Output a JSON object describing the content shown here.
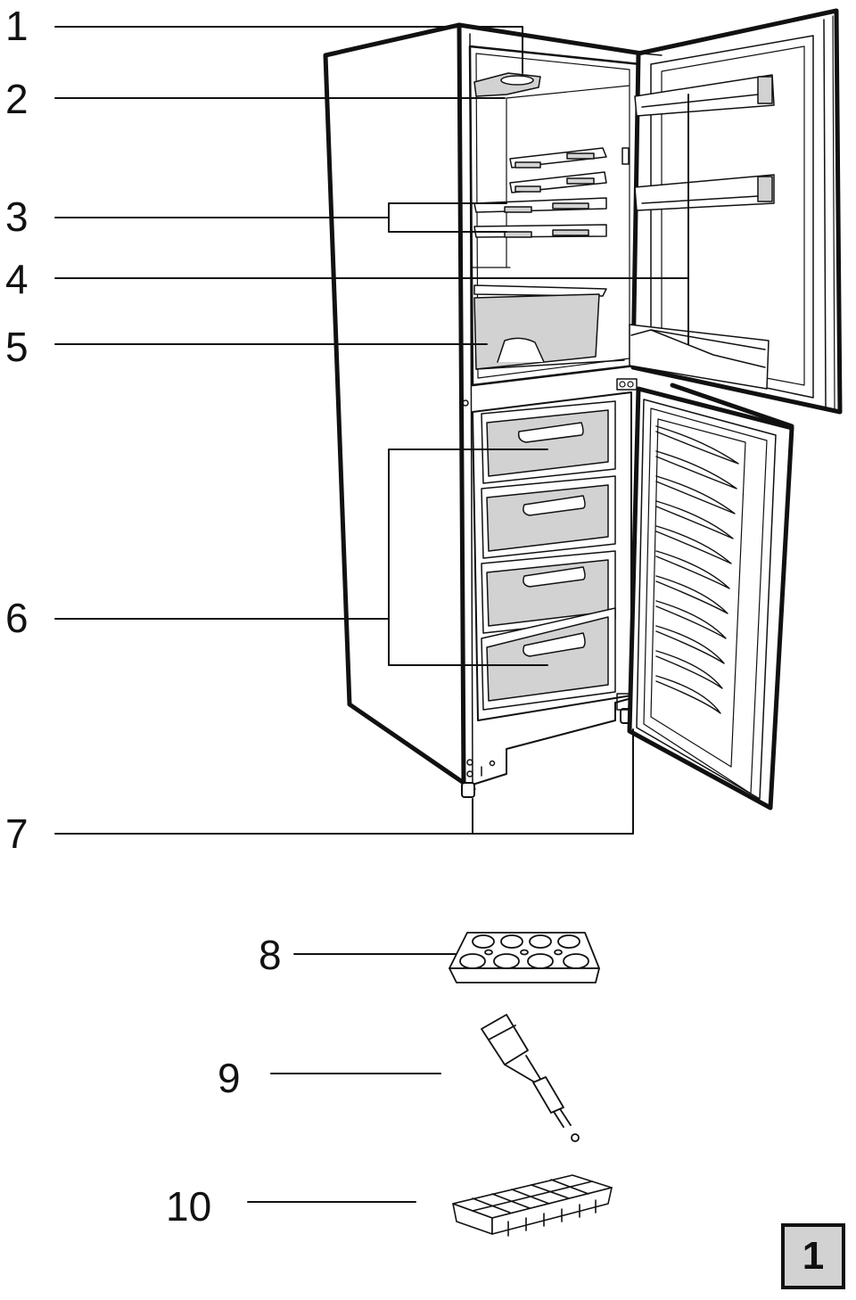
{
  "callouts": [
    {
      "id": "1",
      "label": "1"
    },
    {
      "id": "2",
      "label": "2"
    },
    {
      "id": "3",
      "label": "3"
    },
    {
      "id": "4",
      "label": "4"
    },
    {
      "id": "5",
      "label": "5"
    },
    {
      "id": "6",
      "label": "6"
    },
    {
      "id": "7",
      "label": "7"
    },
    {
      "id": "8",
      "label": "8"
    },
    {
      "id": "9",
      "label": "9"
    },
    {
      "id": "10",
      "label": "10"
    }
  ],
  "figure_number": "1",
  "colors": {
    "line": "#111111",
    "grey_fill": "#d2d2d2",
    "background": "#ffffff"
  }
}
